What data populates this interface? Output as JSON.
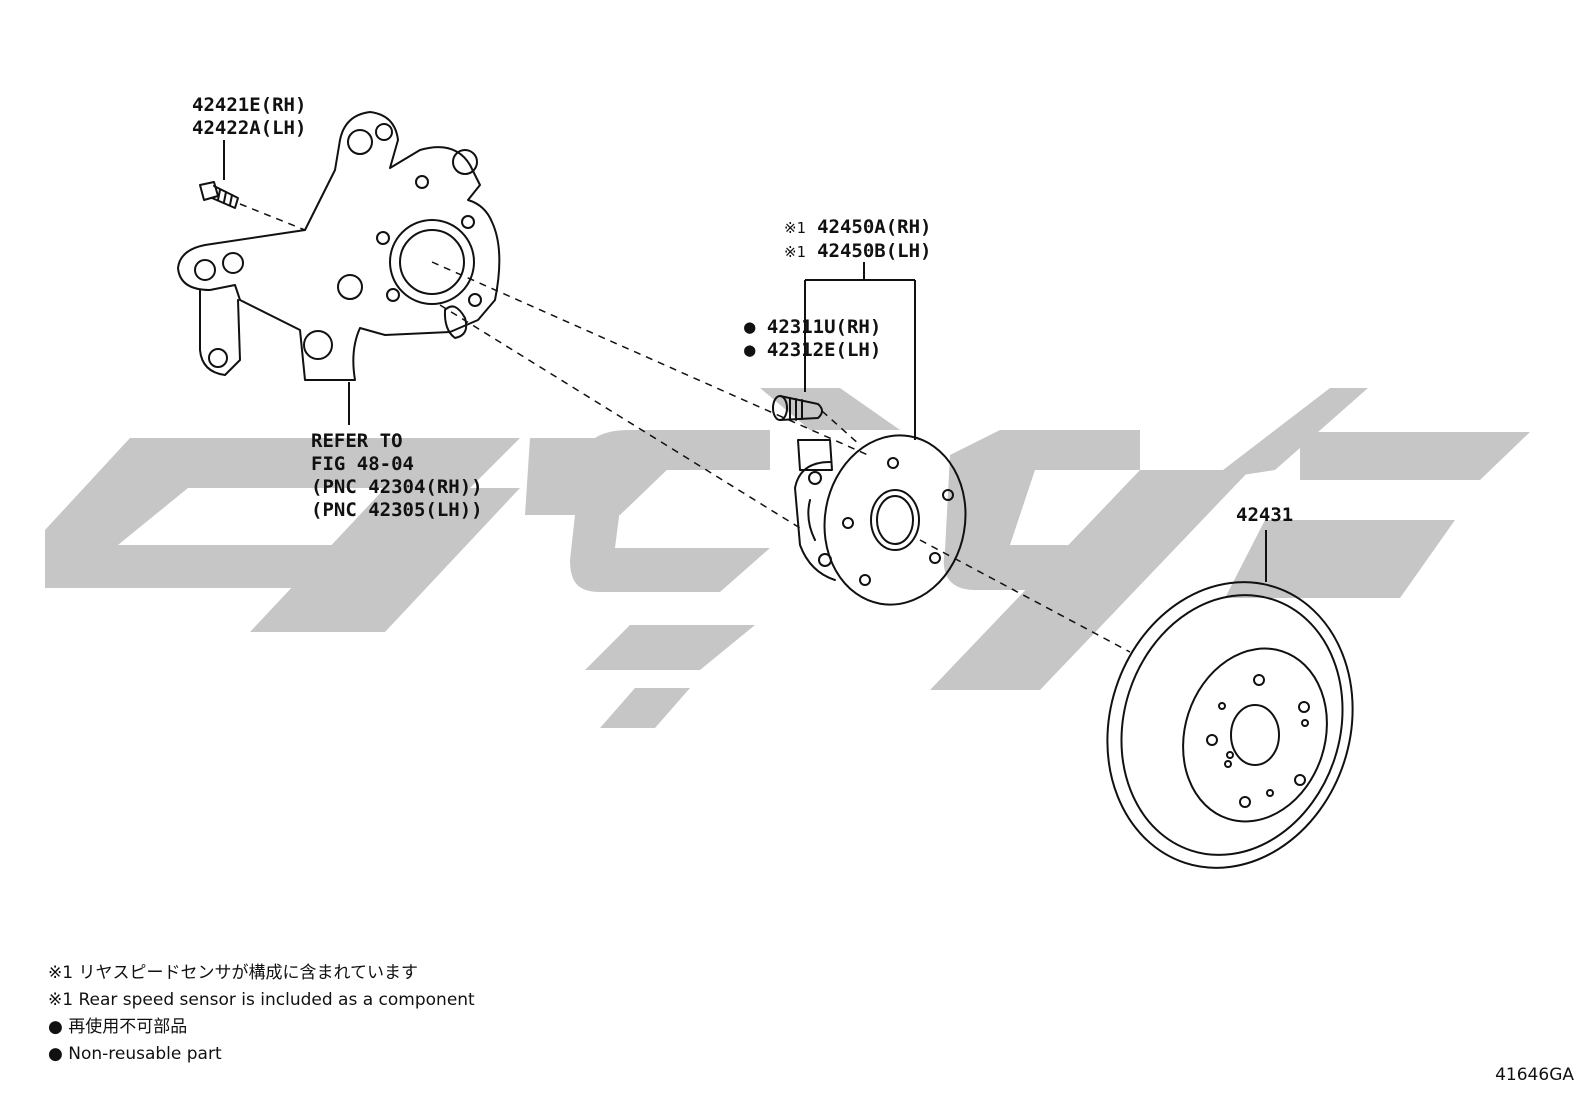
{
  "parts": {
    "bolt": {
      "line1": "42421E(RH)",
      "line2": "42422A(LH)"
    },
    "knuckle_ref": {
      "line1": "REFER TO",
      "line2": "FIG 48-04",
      "line3": "(PNC 42304(RH))",
      "line4": "(PNC 42305(LH))"
    },
    "hub_bearing": {
      "mark": "※1",
      "line1": "42450A(RH)",
      "line2": "42450B(LH)"
    },
    "hub_bolt": {
      "mark": "●",
      "line1": "42311U(RH)",
      "line2": "42312E(LH)"
    },
    "disc": {
      "line1": "42431"
    }
  },
  "notes": {
    "jp_sensor": "※1 リヤスピードセンサが構成に含まれています",
    "en_sensor": "※1 Rear speed sensor is included as a component",
    "jp_nonreusable": "● 再使用不可部品",
    "en_nonreusable": "● Non-reusable part"
  },
  "diagram_id": "41646GA",
  "colors": {
    "line": "#111111",
    "watermark": "#c6c6c6"
  }
}
